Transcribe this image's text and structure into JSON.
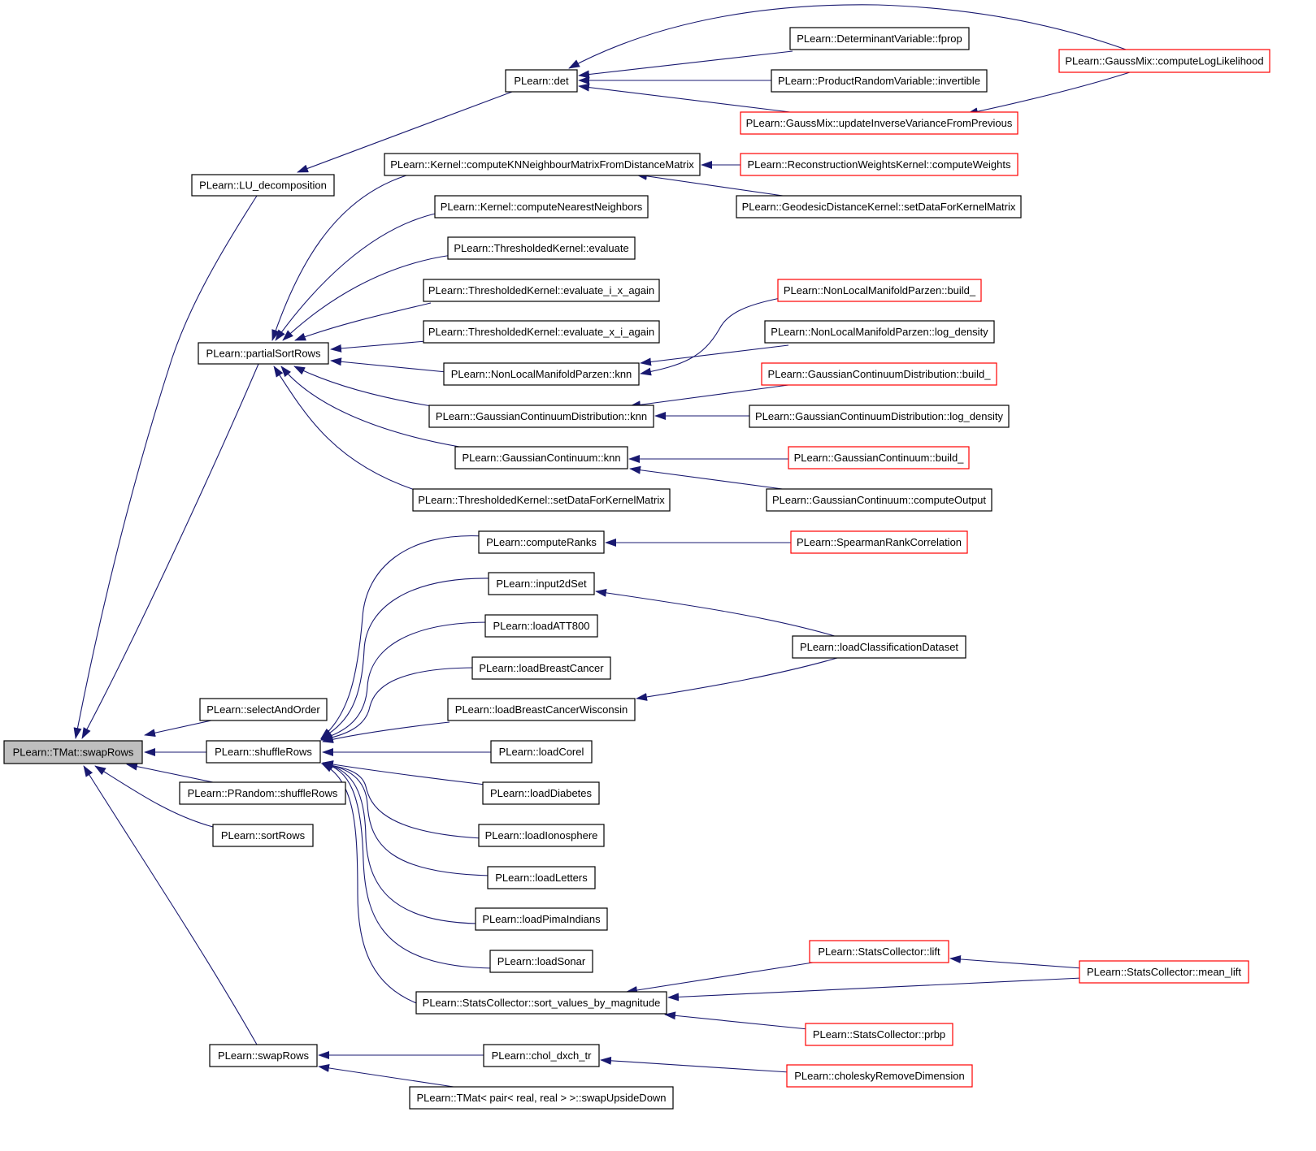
{
  "diagram": {
    "type": "doxygen-caller-graph",
    "colors": {
      "edge": "#191970",
      "border_normal": "#000000",
      "border_truncated": "#ff0000",
      "fill_focus": "#bfbfbf",
      "fill_normal": "#ffffff"
    },
    "nodes": [
      {
        "id": "swapRowsTMat",
        "label": "PLearn::TMat::swapRows",
        "style": "focus"
      },
      {
        "id": "LU",
        "label": "PLearn::LU_decomposition",
        "style": "normal"
      },
      {
        "id": "partialSortRows",
        "label": "PLearn::partialSortRows",
        "style": "normal"
      },
      {
        "id": "selectAndOrder",
        "label": "PLearn::selectAndOrder",
        "style": "normal"
      },
      {
        "id": "shuffleRows",
        "label": "PLearn::shuffleRows",
        "style": "normal"
      },
      {
        "id": "PRandomShuffle",
        "label": "PLearn::PRandom::shuffleRows",
        "style": "normal"
      },
      {
        "id": "sortRows",
        "label": "PLearn::sortRows",
        "style": "normal"
      },
      {
        "id": "swapRows",
        "label": "PLearn::swapRows",
        "style": "normal"
      },
      {
        "id": "det",
        "label": "PLearn::det",
        "style": "normal"
      },
      {
        "id": "kernKNNDist",
        "label": "PLearn::Kernel::computeKNNeighbourMatrixFromDistanceMatrix",
        "style": "normal"
      },
      {
        "id": "kernNN",
        "label": "PLearn::Kernel::computeNearestNeighbors",
        "style": "normal"
      },
      {
        "id": "thrEval",
        "label": "PLearn::ThresholdedKernel::evaluate",
        "style": "normal"
      },
      {
        "id": "thrEvalIX",
        "label": "PLearn::ThresholdedKernel::evaluate_i_x_again",
        "style": "normal"
      },
      {
        "id": "thrEvalXI",
        "label": "PLearn::ThresholdedKernel::evaluate_x_i_again",
        "style": "normal"
      },
      {
        "id": "nlmpKnn",
        "label": "PLearn::NonLocalManifoldParzen::knn",
        "style": "normal"
      },
      {
        "id": "gcdKnn",
        "label": "PLearn::GaussianContinuumDistribution::knn",
        "style": "normal"
      },
      {
        "id": "gcKnn",
        "label": "PLearn::GaussianContinuum::knn",
        "style": "normal"
      },
      {
        "id": "thrSetData",
        "label": "PLearn::ThresholdedKernel::setDataForKernelMatrix",
        "style": "normal"
      },
      {
        "id": "computeRanks",
        "label": "PLearn::computeRanks",
        "style": "normal"
      },
      {
        "id": "input2dSet",
        "label": "PLearn::input2dSet",
        "style": "normal"
      },
      {
        "id": "loadATT800",
        "label": "PLearn::loadATT800",
        "style": "normal"
      },
      {
        "id": "loadBreastCancer",
        "label": "PLearn::loadBreastCancer",
        "style": "normal"
      },
      {
        "id": "loadBCW",
        "label": "PLearn::loadBreastCancerWisconsin",
        "style": "normal"
      },
      {
        "id": "loadCorel",
        "label": "PLearn::loadCorel",
        "style": "normal"
      },
      {
        "id": "loadDiabetes",
        "label": "PLearn::loadDiabetes",
        "style": "normal"
      },
      {
        "id": "loadIonosphere",
        "label": "PLearn::loadIonosphere",
        "style": "normal"
      },
      {
        "id": "loadLetters",
        "label": "PLearn::loadLetters",
        "style": "normal"
      },
      {
        "id": "loadPima",
        "label": "PLearn::loadPimaIndians",
        "style": "normal"
      },
      {
        "id": "loadSonar",
        "label": "PLearn::loadSonar",
        "style": "normal"
      },
      {
        "id": "scSort",
        "label": "PLearn::StatsCollector::sort_values_by_magnitude",
        "style": "normal"
      },
      {
        "id": "cholDxch",
        "label": "PLearn::chol_dxch_tr",
        "style": "normal"
      },
      {
        "id": "tmatSwapUD",
        "label": "PLearn::TMat< pair< real, real > >::swapUpsideDown",
        "style": "normal"
      },
      {
        "id": "detVarFprop",
        "label": "PLearn::DeterminantVariable::fprop",
        "style": "normal"
      },
      {
        "id": "prodRVInv",
        "label": "PLearn::ProductRandomVariable::invertible",
        "style": "normal"
      },
      {
        "id": "gmUpdate",
        "label": "PLearn::GaussMix::updateInverseVarianceFromPrevious",
        "style": "truncated"
      },
      {
        "id": "gmLogLik",
        "label": "PLearn::GaussMix::computeLogLikelihood",
        "style": "truncated"
      },
      {
        "id": "recWeights",
        "label": "PLearn::ReconstructionWeightsKernel::computeWeights",
        "style": "truncated"
      },
      {
        "id": "geoSetData",
        "label": "PLearn::GeodesicDistanceKernel::setDataForKernelMatrix",
        "style": "normal"
      },
      {
        "id": "nlmpBuild",
        "label": "PLearn::NonLocalManifoldParzen::build_",
        "style": "truncated"
      },
      {
        "id": "nlmpLogDens",
        "label": "PLearn::NonLocalManifoldParzen::log_density",
        "style": "normal"
      },
      {
        "id": "gcdBuild",
        "label": "PLearn::GaussianContinuumDistribution::build_",
        "style": "truncated"
      },
      {
        "id": "gcdLogDens",
        "label": "PLearn::GaussianContinuumDistribution::log_density",
        "style": "normal"
      },
      {
        "id": "gcBuild",
        "label": "PLearn::GaussianContinuum::build_",
        "style": "truncated"
      },
      {
        "id": "gcOutput",
        "label": "PLearn::GaussianContinuum::computeOutput",
        "style": "normal"
      },
      {
        "id": "spearman",
        "label": "PLearn::SpearmanRankCorrelation",
        "style": "truncated"
      },
      {
        "id": "loadClassif",
        "label": "PLearn::loadClassificationDataset",
        "style": "normal"
      },
      {
        "id": "scLift",
        "label": "PLearn::StatsCollector::lift",
        "style": "truncated"
      },
      {
        "id": "scMeanLift",
        "label": "PLearn::StatsCollector::mean_lift",
        "style": "truncated"
      },
      {
        "id": "scPrbp",
        "label": "PLearn::StatsCollector::prbp",
        "style": "truncated"
      },
      {
        "id": "cholRemove",
        "label": "PLearn::choleskyRemoveDimension",
        "style": "truncated"
      }
    ],
    "edges": [
      {
        "from": "LU",
        "to": "swapRowsTMat"
      },
      {
        "from": "partialSortRows",
        "to": "swapRowsTMat"
      },
      {
        "from": "selectAndOrder",
        "to": "swapRowsTMat"
      },
      {
        "from": "shuffleRows",
        "to": "swapRowsTMat"
      },
      {
        "from": "PRandomShuffle",
        "to": "swapRowsTMat"
      },
      {
        "from": "sortRows",
        "to": "swapRowsTMat"
      },
      {
        "from": "swapRows",
        "to": "swapRowsTMat"
      },
      {
        "from": "det",
        "to": "LU"
      },
      {
        "from": "kernKNNDist",
        "to": "partialSortRows"
      },
      {
        "from": "kernNN",
        "to": "partialSortRows"
      },
      {
        "from": "thrEval",
        "to": "partialSortRows"
      },
      {
        "from": "thrEvalIX",
        "to": "partialSortRows"
      },
      {
        "from": "thrEvalXI",
        "to": "partialSortRows"
      },
      {
        "from": "nlmpKnn",
        "to": "partialSortRows"
      },
      {
        "from": "gcdKnn",
        "to": "partialSortRows"
      },
      {
        "from": "gcKnn",
        "to": "partialSortRows"
      },
      {
        "from": "thrSetData",
        "to": "partialSortRows"
      },
      {
        "from": "computeRanks",
        "to": "shuffleRows"
      },
      {
        "from": "input2dSet",
        "to": "shuffleRows"
      },
      {
        "from": "loadATT800",
        "to": "shuffleRows"
      },
      {
        "from": "loadBreastCancer",
        "to": "shuffleRows"
      },
      {
        "from": "loadBCW",
        "to": "shuffleRows"
      },
      {
        "from": "loadCorel",
        "to": "shuffleRows"
      },
      {
        "from": "loadDiabetes",
        "to": "shuffleRows"
      },
      {
        "from": "loadIonosphere",
        "to": "shuffleRows"
      },
      {
        "from": "loadLetters",
        "to": "shuffleRows"
      },
      {
        "from": "loadPima",
        "to": "shuffleRows"
      },
      {
        "from": "loadSonar",
        "to": "shuffleRows"
      },
      {
        "from": "scSort",
        "to": "shuffleRows"
      },
      {
        "from": "cholDxch",
        "to": "swapRows"
      },
      {
        "from": "tmatSwapUD",
        "to": "swapRows"
      },
      {
        "from": "gmLogLik",
        "to": "det"
      },
      {
        "from": "detVarFprop",
        "to": "det"
      },
      {
        "from": "prodRVInv",
        "to": "det"
      },
      {
        "from": "gmUpdate",
        "to": "det"
      },
      {
        "from": "gmLogLik",
        "to": "gmUpdate"
      },
      {
        "from": "recWeights",
        "to": "kernKNNDist"
      },
      {
        "from": "geoSetData",
        "to": "kernKNNDist"
      },
      {
        "from": "nlmpBuild",
        "to": "nlmpKnn"
      },
      {
        "from": "nlmpLogDens",
        "to": "nlmpKnn"
      },
      {
        "from": "gcdBuild",
        "to": "gcdKnn"
      },
      {
        "from": "gcdLogDens",
        "to": "gcdKnn"
      },
      {
        "from": "gcBuild",
        "to": "gcKnn"
      },
      {
        "from": "gcOutput",
        "to": "gcKnn"
      },
      {
        "from": "spearman",
        "to": "computeRanks"
      },
      {
        "from": "loadClassif",
        "to": "input2dSet"
      },
      {
        "from": "loadClassif",
        "to": "loadBCW"
      },
      {
        "from": "scLift",
        "to": "scSort"
      },
      {
        "from": "scMeanLift",
        "to": "scSort"
      },
      {
        "from": "scPrbp",
        "to": "scSort"
      },
      {
        "from": "scMeanLift",
        "to": "scLift"
      },
      {
        "from": "cholRemove",
        "to": "cholDxch"
      }
    ]
  }
}
